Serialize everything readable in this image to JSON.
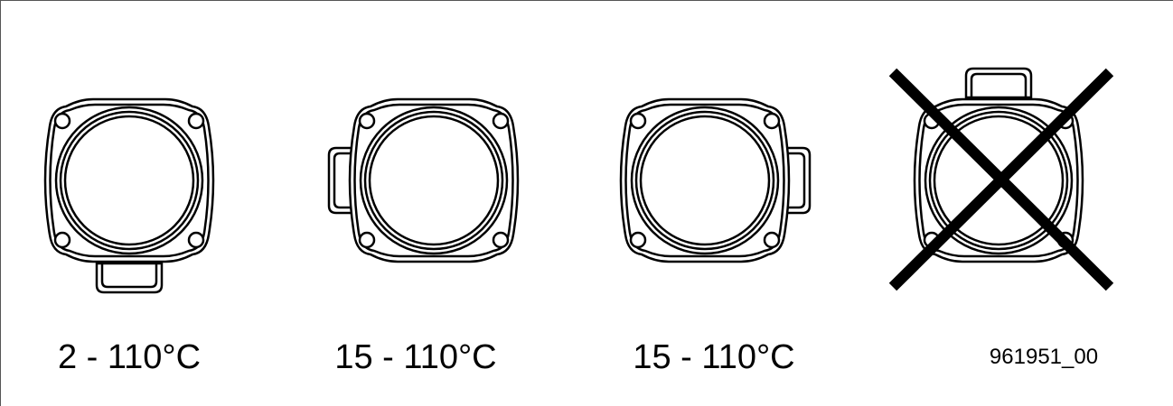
{
  "labels": {
    "position_1": "2 - 110°C",
    "position_2": "15 - 110°C",
    "position_3": "15 - 110°C",
    "drawing_code": "961951_00"
  },
  "icons": {
    "position_1": "motor-terminal-box-bottom-icon",
    "position_2": "motor-terminal-box-left-icon",
    "position_3": "motor-terminal-box-right-icon",
    "position_4": "motor-terminal-box-top-crossed-icon"
  },
  "colors": {
    "line": "#000000",
    "background": "#ffffff"
  }
}
